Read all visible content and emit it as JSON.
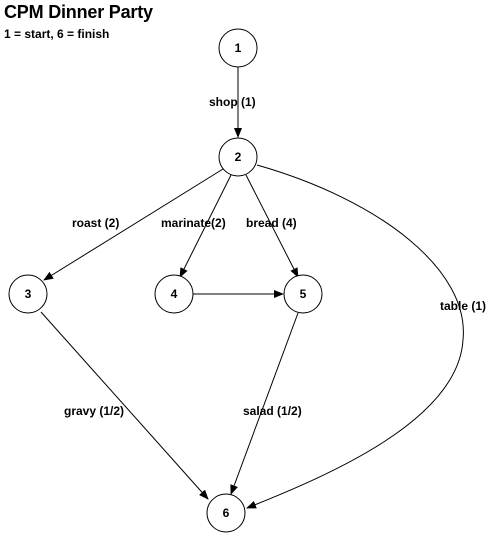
{
  "header": {
    "title": "CPM Dinner Party",
    "subtitle": "1 = start, 6 = finish"
  },
  "nodes": [
    {
      "id": "1",
      "label": "1"
    },
    {
      "id": "2",
      "label": "2"
    },
    {
      "id": "3",
      "label": "3"
    },
    {
      "id": "4",
      "label": "4"
    },
    {
      "id": "5",
      "label": "5"
    },
    {
      "id": "6",
      "label": "6"
    }
  ],
  "edges": [
    {
      "from": "1",
      "to": "2",
      "label": "shop (1)"
    },
    {
      "from": "2",
      "to": "3",
      "label": "roast (2)"
    },
    {
      "from": "2",
      "to": "4",
      "label": "marinate(2)"
    },
    {
      "from": "2",
      "to": "5",
      "label": "bread (4)"
    },
    {
      "from": "4",
      "to": "5",
      "label": ""
    },
    {
      "from": "2",
      "to": "6",
      "label": "table (1)"
    },
    {
      "from": "3",
      "to": "6",
      "label": "gravy (1/2)"
    },
    {
      "from": "5",
      "to": "6",
      "label": "salad (1/2)"
    }
  ],
  "colors": {
    "stroke": "#000000",
    "background": "#ffffff"
  }
}
